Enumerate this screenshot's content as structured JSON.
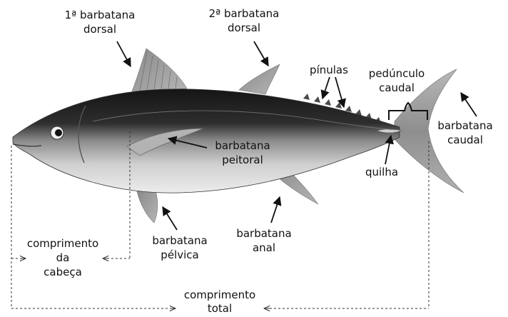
{
  "labels": {
    "dorsal1_line1": "1ª barbatana",
    "dorsal1_line2": "dorsal",
    "dorsal2_line1": "2ª barbatana",
    "dorsal2_line2": "dorsal",
    "pinulas": "pínulas",
    "peduncle_line1": "pedúnculo",
    "peduncle_line2": "caudal",
    "caudal_line1": "barbatana",
    "caudal_line2": "caudal",
    "pectoral_line1": "barbatana",
    "pectoral_line2": "peitoral",
    "quilha": "quilha",
    "pelvic_line1": "barbatana",
    "pelvic_line2": "pélvica",
    "anal_line1": "barbatana",
    "anal_line2": "anal",
    "head_line1": "comprimento",
    "head_line2": "da",
    "head_line3": "cabeça",
    "total_line1": "comprimento",
    "total_line2": "total"
  },
  "colors": {
    "text": "#111111",
    "body_dark": "#1b1b1b",
    "body_light": "#e6e6e6",
    "fin": "#9a9a9a",
    "dashed_line": "#333333"
  }
}
